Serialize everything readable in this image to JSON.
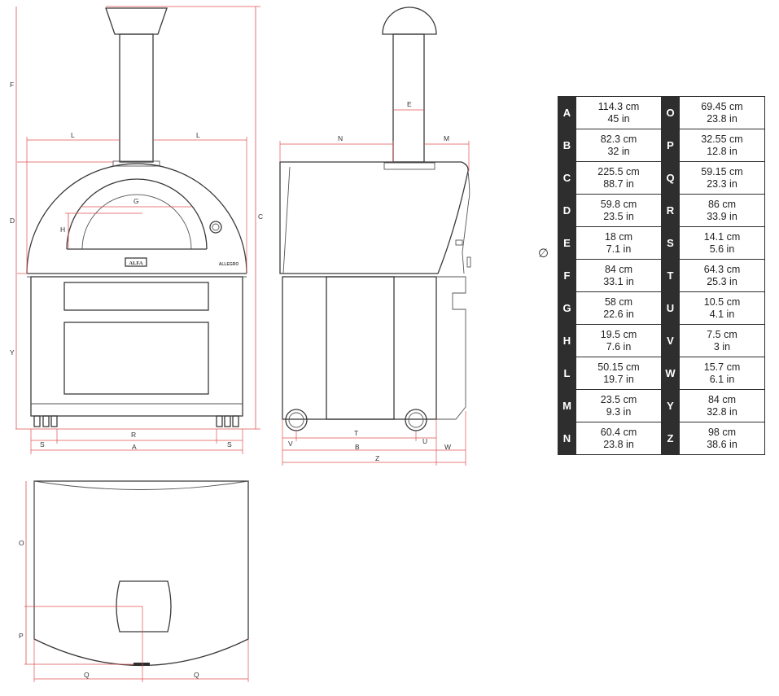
{
  "labels": {
    "A": "A",
    "B": "B",
    "C": "C",
    "D": "D",
    "E": "E",
    "F": "F",
    "G": "G",
    "H": "H",
    "L": "L",
    "M": "M",
    "N": "N",
    "O": "O",
    "P": "P",
    "Q": "Q",
    "R": "R",
    "S": "S",
    "T": "T",
    "U": "U",
    "V": "V",
    "W": "W",
    "Y": "Y",
    "Z": "Z"
  },
  "brand_plate": "ALFA",
  "model_name": "ALLEGRO",
  "diameter_symbol": "∅",
  "table": {
    "rows": [
      {
        "left": {
          "key": "A",
          "cm": "114.3 cm",
          "in": "45 in"
        },
        "right": {
          "key": "O",
          "cm": "69.45 cm",
          "in": "23.8 in"
        }
      },
      {
        "left": {
          "key": "B",
          "cm": "82.3 cm",
          "in": "32 in"
        },
        "right": {
          "key": "P",
          "cm": "32.55 cm",
          "in": "12.8 in"
        }
      },
      {
        "left": {
          "key": "C",
          "cm": "225.5 cm",
          "in": "88.7 in"
        },
        "right": {
          "key": "Q",
          "cm": "59.15 cm",
          "in": "23.3 in"
        }
      },
      {
        "left": {
          "key": "D",
          "cm": "59.8 cm",
          "in": "23.5 in"
        },
        "right": {
          "key": "R",
          "cm": "86 cm",
          "in": "33.9 in"
        }
      },
      {
        "left": {
          "key": "E",
          "cm": "18 cm",
          "in": "7.1 in"
        },
        "right": {
          "key": "S",
          "cm": "14.1 cm",
          "in": "5.6 in"
        }
      },
      {
        "left": {
          "key": "F",
          "cm": "84 cm",
          "in": "33.1 in"
        },
        "right": {
          "key": "T",
          "cm": "64.3 cm",
          "in": "25.3 in"
        }
      },
      {
        "left": {
          "key": "G",
          "cm": "58 cm",
          "in": "22.6 in"
        },
        "right": {
          "key": "U",
          "cm": "10.5 cm",
          "in": "4.1 in"
        }
      },
      {
        "left": {
          "key": "H",
          "cm": "19.5 cm",
          "in": "7.6 in"
        },
        "right": {
          "key": "V",
          "cm": "7.5 cm",
          "in": "3 in"
        }
      },
      {
        "left": {
          "key": "L",
          "cm": "50.15 cm",
          "in": "19.7 in"
        },
        "right": {
          "key": "W",
          "cm": "15.7 cm",
          "in": "6.1 in"
        }
      },
      {
        "left": {
          "key": "M",
          "cm": "23.5 cm",
          "in": "9.3 in"
        },
        "right": {
          "key": "Y",
          "cm": "84 cm",
          "in": "32.8 in"
        }
      },
      {
        "left": {
          "key": "N",
          "cm": "60.4 cm",
          "in": "23.8 in"
        },
        "right": {
          "key": "Z",
          "cm": "98 cm",
          "in": "38.6 in"
        }
      }
    ]
  }
}
